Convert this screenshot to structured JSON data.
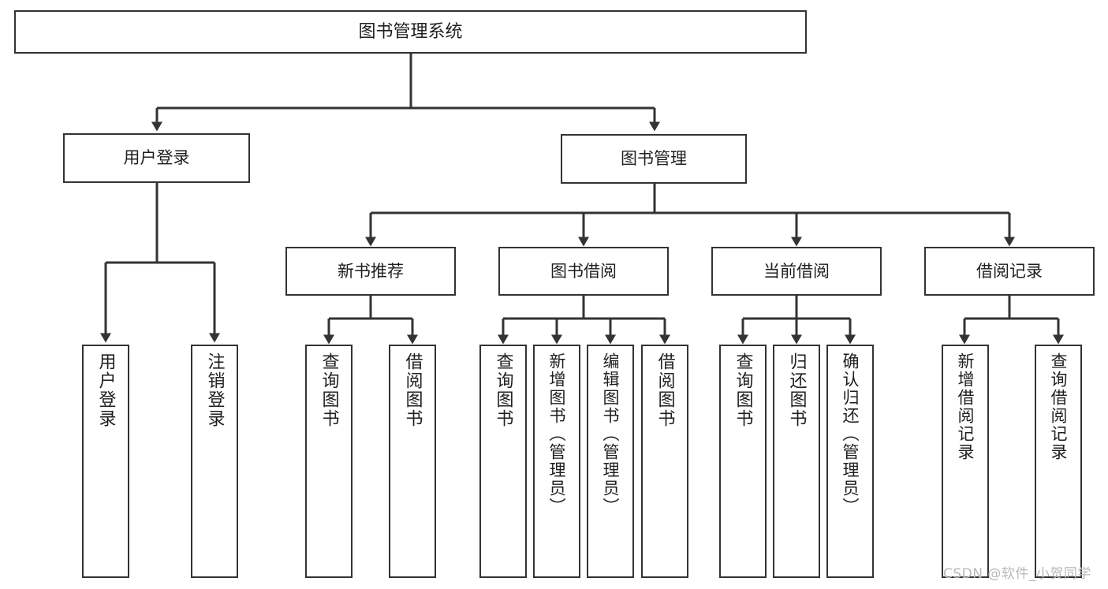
{
  "diagram": {
    "title": "图书管理系统",
    "type": "hierarchy-tree",
    "watermark": "CSDN @软件_小贺同学",
    "colors": {
      "box_border": "#333333",
      "box_fill": "#ffffff",
      "edge": "#333333",
      "text": "#1f1f1f",
      "watermark": "#b8b8b8",
      "background": "#ffffff"
    },
    "root": {
      "label": "图书管理系统"
    },
    "level1": [
      {
        "label": "用户登录"
      },
      {
        "label": "图书管理"
      }
    ],
    "level2": [
      {
        "label": "新书推荐"
      },
      {
        "label": "图书借阅"
      },
      {
        "label": "当前借阅"
      },
      {
        "label": "借阅记录"
      }
    ],
    "leaves": {
      "user_login": [
        {
          "label": "用户登录"
        },
        {
          "label": "注销登录"
        }
      ],
      "new_book": [
        {
          "label": "查询图书"
        },
        {
          "label": "借阅图书"
        }
      ],
      "book_borrow": [
        {
          "label": "查询图书"
        },
        {
          "label": "新增图书（管理员）"
        },
        {
          "label": "编辑图书（管理员）"
        },
        {
          "label": "借阅图书"
        }
      ],
      "current_borrow": [
        {
          "label": "查询图书"
        },
        {
          "label": "归还图书"
        },
        {
          "label": "确认归还（管理员）"
        }
      ],
      "borrow_record": [
        {
          "label": "新增借阅记录"
        },
        {
          "label": "查询借阅记录"
        }
      ]
    }
  }
}
